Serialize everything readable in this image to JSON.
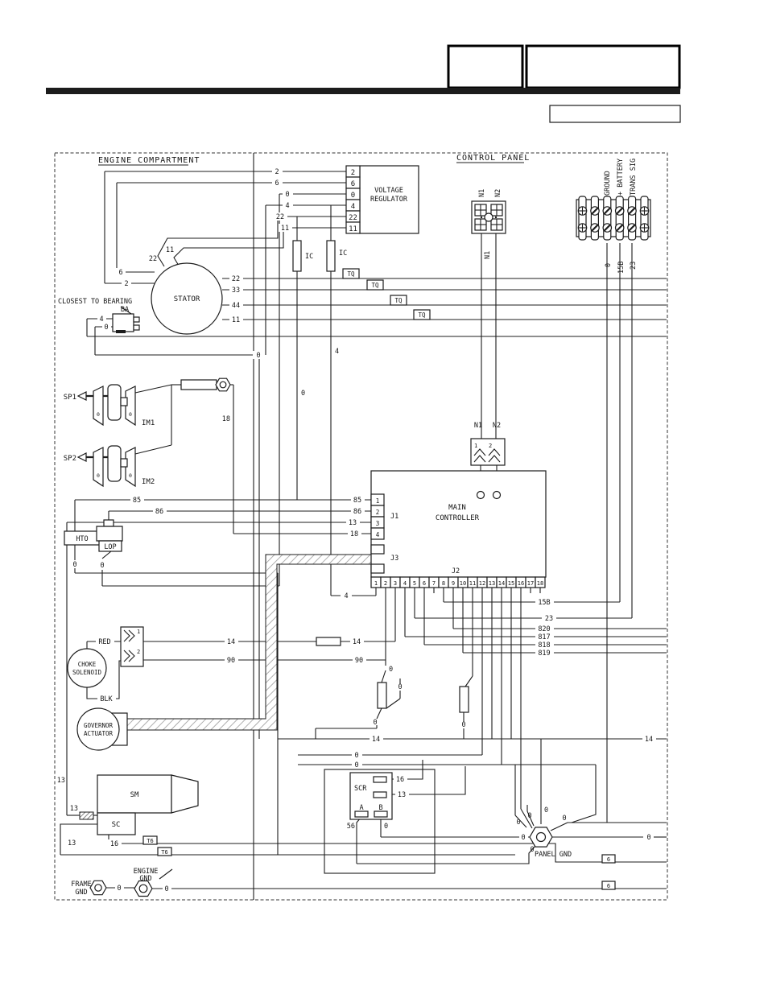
{
  "header": {
    "box_left": "",
    "box_right": "",
    "sub_box": ""
  },
  "d": {
    "engine_compartment": "ENGINE COMPARTMENT",
    "control_panel": "CONTROL PANEL",
    "closest_to_bearing": "CLOSEST TO BEARING",
    "voltage_regulator": {
      "line1": "VOLTAGE",
      "line2": "REGULATOR",
      "terminals": [
        "2",
        "6",
        "0",
        "4",
        "22",
        "11"
      ]
    },
    "stator_label": "STATOR",
    "ba_label": "BA",
    "ic_label": "IC",
    "tq_tag": "TQ",
    "t6_tag": "T6",
    "six_tag": "6",
    "sp1": "SP1",
    "sp2": "SP2",
    "im1": "IM1",
    "im2": "IM2",
    "hto": "HTO",
    "lop": "LOP",
    "mc": {
      "line1": "MAIN",
      "line2": "CONTROLLER",
      "j1": "J1",
      "j2": "J2",
      "j3": "J3",
      "j1_pins": [
        "1",
        "2",
        "3",
        "4"
      ],
      "j2_pins": [
        "1",
        "2",
        "3",
        "4",
        "5",
        "6",
        "7",
        "8",
        "9",
        "10",
        "11",
        "12",
        "13",
        "14",
        "15",
        "16",
        "17",
        "18"
      ],
      "n1": "N1",
      "n2": "N2",
      "pin1": "1",
      "pin2": "2"
    },
    "strip": {
      "ground": "GROUND",
      "battery": "+ BATTERY",
      "trans_sig": "TRANS SIG"
    },
    "choke": {
      "line1": "CHOKE",
      "line2": "SOLENOID",
      "red": "RED",
      "blk": "BLK",
      "pin1": "1",
      "pin2": "2"
    },
    "governor": {
      "line1": "GOVERNOR",
      "line2": "ACTUATOR"
    },
    "scr": {
      "label": "SCR",
      "a": "A",
      "b": "B"
    },
    "sm": "SM",
    "sc": "SC",
    "grounds": {
      "panel": "PANEL GND",
      "frame_line1": "FRAME",
      "frame_line2": "GND",
      "engine_line1": "ENGINE",
      "engine_line2": "GND"
    },
    "wires": {
      "w0": "0",
      "w2": "2",
      "w4": "4",
      "w6": "6",
      "w11": "11",
      "w13": "13",
      "w14": "14",
      "w15b": "15B",
      "w16": "16",
      "w18": "18",
      "w22": "22",
      "w23": "23",
      "w33": "33",
      "w44": "44",
      "w56": "56",
      "w85": "85",
      "w86": "86",
      "w90": "90",
      "w820": "820",
      "w817": "817",
      "w818": "818",
      "w819": "819"
    }
  }
}
